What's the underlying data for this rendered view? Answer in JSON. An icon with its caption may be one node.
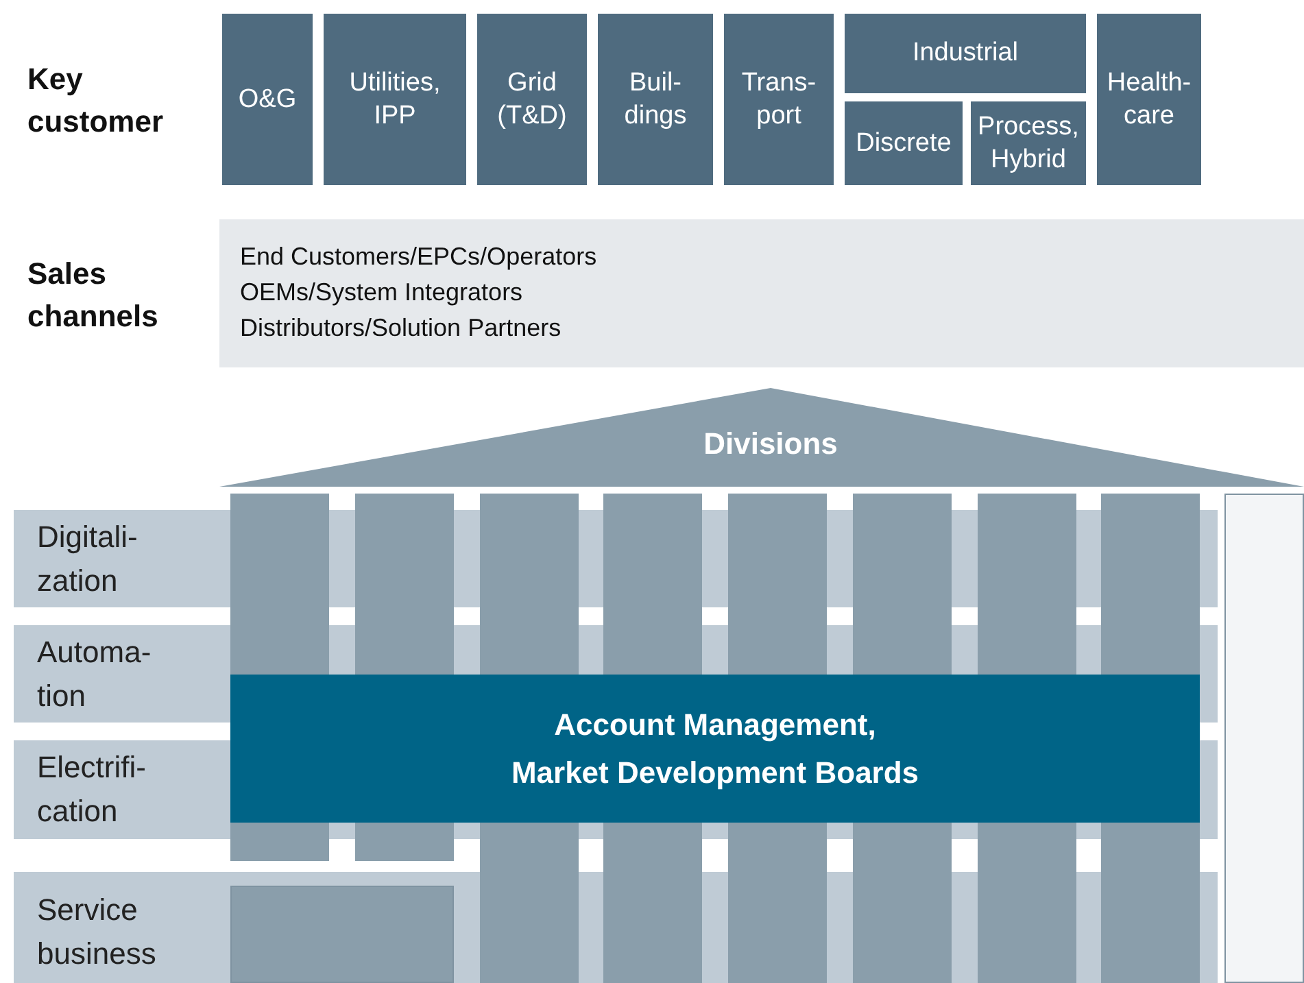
{
  "diagram": {
    "nodes": [
      {
        "text": [
          "O&G"
        ]
      },
      {
        "text": [
          "Utilities, IPP"
        ]
      },
      {
        "text": [
          "Grid (T&D)"
        ]
      },
      {
        "text": [
          "Buil-dings"
        ]
      },
      {
        "text": [
          "Trans-port"
        ]
      },
      {
        "text": [
          "Industrial"
        ]
      },
      {
        "text": [
          "Discrete"
        ]
      },
      {
        "text": [
          "Process, Hybrid"
        ]
      },
      {
        "text": [
          "Health-care"
        ]
      },
      {
        "text": [
          "End Customers/EPCs/Operators",
          "OEMs/System Integrators",
          "Distributors/Solution Partners"
        ]
      },
      {
        "text": [
          "Divisions"
        ]
      },
      {
        "text": [
          "Digitali-zation"
        ]
      },
      {
        "text": [
          "Automa-tion"
        ]
      },
      {
        "text": [
          "Electrifi-cation"
        ]
      },
      {
        "text": [
          "Service business"
        ]
      },
      {
        "text": [],
        "shape": "bar"
      },
      {
        "text": [],
        "shape": "bar"
      },
      {
        "text": [],
        "shape": "bar"
      },
      {
        "text": [],
        "shape": "bar"
      },
      {
        "text": [],
        "shape": "bar"
      },
      {
        "text": [],
        "shape": "bar"
      },
      {
        "text": [],
        "shape": "bar"
      },
      {
        "text": [],
        "shape": "bar"
      },
      {
        "text": [],
        "shape": "bar"
      },
      {
        "text": [],
        "shape": "bar"
      },
      {
        "text": [],
        "shape": "bar"
      },
      {
        "text": [],
        "shape": "bar"
      },
      {
        "text": [],
        "shape": "bar"
      },
      {
        "text": [],
        "shape": "bar"
      },
      {
        "text": [],
        "shape": "bar"
      },
      {
        "text": [],
        "shape": "bar"
      },
      {
        "text": [],
        "shape": "box",
        "in": 14
      },
      {
        "text": [],
        "shape": "box"
      },
      {
        "text": [
          "Account Management, Market Development Boards"
        ]
      }
    ],
    "labels": [
      "Key customer",
      "Sales channels"
    ]
  }
}
